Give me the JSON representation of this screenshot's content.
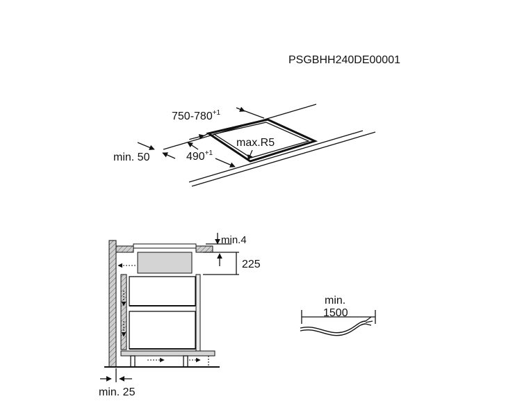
{
  "document_code": "PSGBHH240DE00001",
  "top_view": {
    "cutout_length": "750-780",
    "cutout_length_tolerance": "+1",
    "cutout_depth": "490",
    "cutout_depth_tolerance": "+1",
    "corner_radius": "max.R5",
    "edge_distance": "min. 50"
  },
  "side_view": {
    "top_clearance": "min.4",
    "unit_height": "225",
    "wall_gap": "min. 25"
  },
  "cable": {
    "length_label_1": "min.",
    "length_label_2": "1500"
  }
}
